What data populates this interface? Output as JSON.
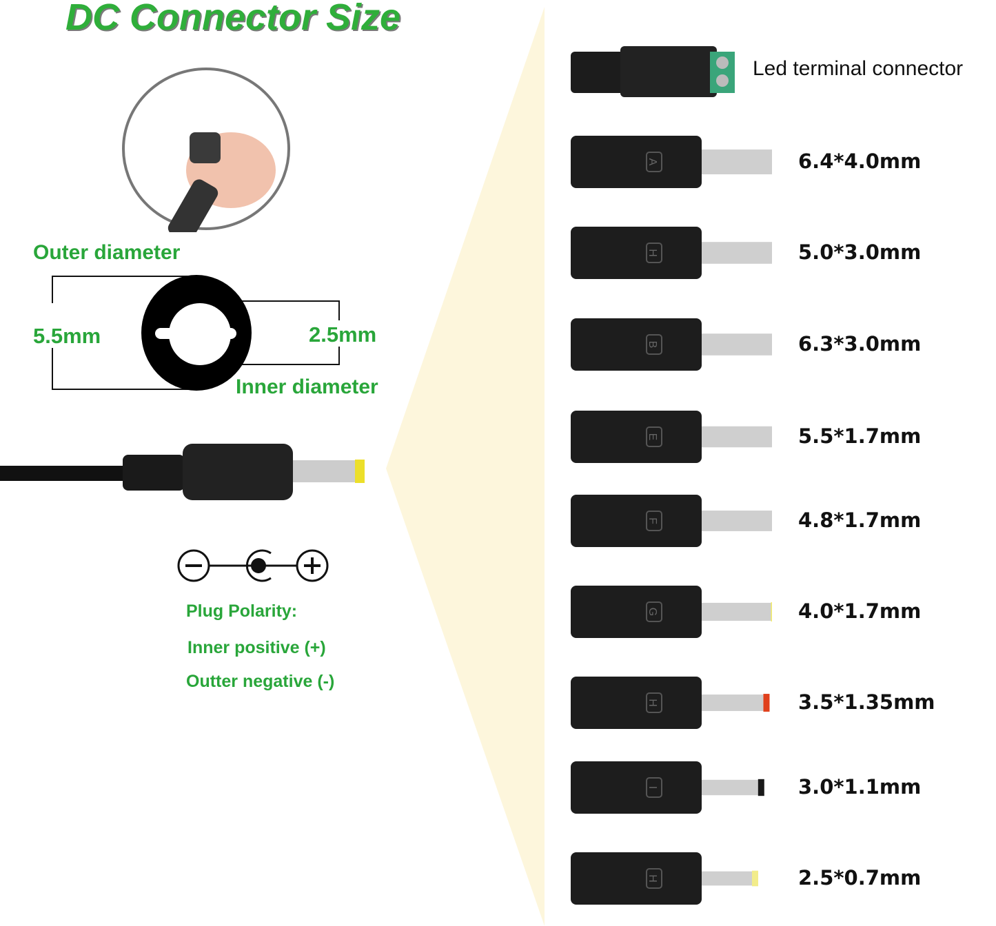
{
  "title": "DC Connector Size",
  "diagram": {
    "outer_label": "Outer diameter",
    "outer_value": "5.5mm",
    "inner_label": "Inner diameter",
    "inner_value": "2.5mm"
  },
  "polarity": {
    "heading": "Plug Polarity:",
    "inner": "Inner positive (+)",
    "outer": "Outter negative (-)"
  },
  "connectors": [
    {
      "label": "Led terminal connector",
      "type": "terminal"
    },
    {
      "label": "6.4*4.0mm",
      "letter": "A",
      "tip": "#2a2a2a",
      "pin": 1.0
    },
    {
      "label": "5.0*3.0mm",
      "letter": "H",
      "tip": "#f2e01c",
      "pin": 0.8
    },
    {
      "label": "6.3*3.0mm",
      "letter": "B",
      "tip": "#1f9a2e",
      "pin": 0.8
    },
    {
      "label": "5.5*1.7mm",
      "letter": "E",
      "tip": "#f0a020",
      "pin": 0.75
    },
    {
      "label": "4.8*1.7mm",
      "letter": "F",
      "tip": "#c9902a",
      "pin": 0.72
    },
    {
      "label": "4.0*1.7mm",
      "letter": "G",
      "tip": "#f3ec6a",
      "pin": 0.55
    },
    {
      "label": "3.5*1.35mm",
      "letter": "H",
      "tip": "#e0401c",
      "pin": 0.45
    },
    {
      "label": "3.0*1.1mm",
      "letter": "I",
      "tip": "#1a1a1a",
      "pin": 0.38
    },
    {
      "label": "2.5*0.7mm",
      "letter": "H",
      "tip": "#f2ec8a",
      "pin": 0.3
    }
  ]
}
